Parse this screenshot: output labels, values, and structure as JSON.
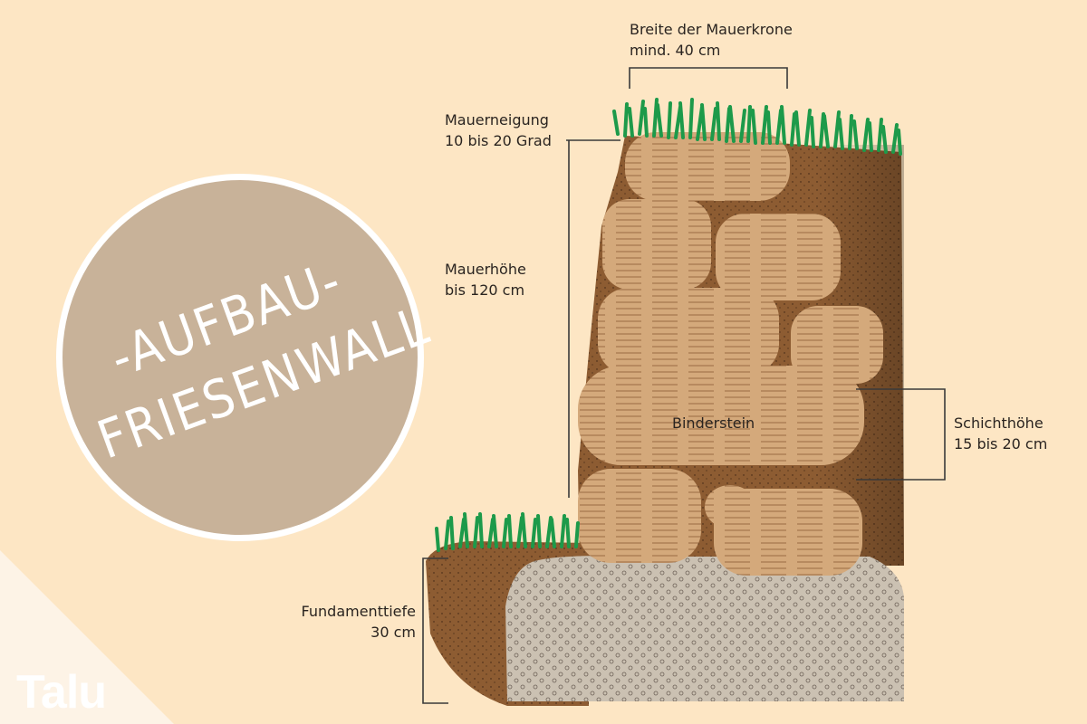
{
  "title": {
    "line1": "-AUFBAU-",
    "line2": "FRIESENWALL"
  },
  "labels": {
    "crown_width": {
      "line1": "Breite der Mauerkrone",
      "line2": "mind. 40 cm"
    },
    "slope": {
      "line1": "Mauerneigung",
      "line2": "10 bis 20 Grad"
    },
    "height": {
      "line1": "Mauerhöhe",
      "line2": "bis 120 cm"
    },
    "binder": "Binderstein",
    "layer_height": {
      "line1": "Schichthöhe",
      "line2": "15 bis 20 cm"
    },
    "foundation": {
      "line1": "Fundamenttiefe",
      "line2": "30 cm"
    }
  },
  "logo": "Talu",
  "colors": {
    "background": "#fde6c4",
    "circle": "#c8b299",
    "stone": "#d4a97b",
    "soil": "#8d5c32",
    "grass": "#1d9a4a",
    "gravel": "#cbc1b2"
  }
}
